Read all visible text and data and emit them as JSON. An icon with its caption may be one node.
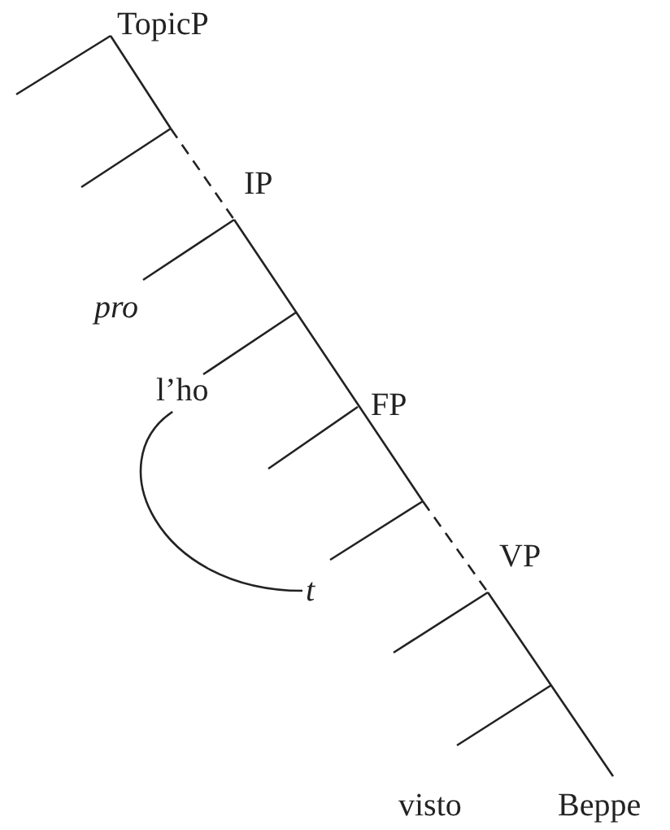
{
  "diagram": {
    "nodes": [
      {
        "text": [
          "TopicP"
        ]
      },
      {
        "text": [
          "IP"
        ]
      },
      {
        "text": [
          "pro"
        ]
      },
      {
        "text": [
          "l’ho"
        ]
      },
      {
        "text": [
          "FP"
        ]
      },
      {
        "text": [
          "t"
        ]
      },
      {
        "text": [
          "VP"
        ]
      },
      {
        "text": [
          "visto"
        ]
      },
      {
        "text": [
          "Beppe"
        ]
      }
    ],
    "edges": [
      {
        "from": 3,
        "to": 5,
        "arrow": "none"
      }
    ]
  }
}
